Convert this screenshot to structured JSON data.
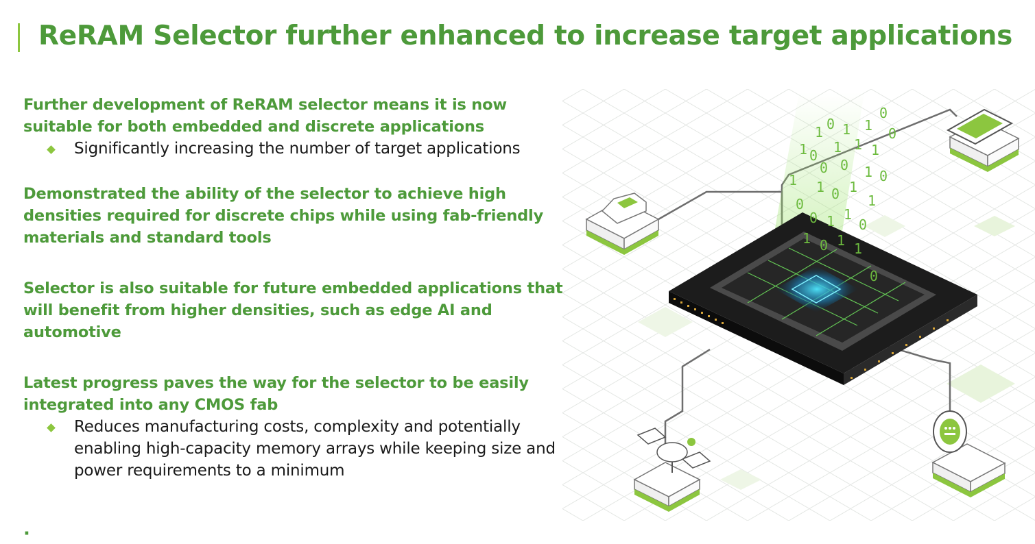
{
  "slide": {
    "title": "ReRAM Selector further enhanced to increase target applications",
    "accent_color": "#8cc63f",
    "heading_color": "#4d9a3a",
    "points": [
      {
        "heading": "Further development of ReRAM selector means it is now suitable for both embedded and discrete applications",
        "bullets": [
          "Significantly increasing the number of target applications"
        ]
      },
      {
        "heading": "Demonstrated the ability of the selector to achieve high densities required for discrete chips while using fab-friendly materials and standard tools",
        "bullets": []
      },
      {
        "heading": "Selector is also suitable for future embedded applications that will benefit from higher densities, such as edge AI and automotive",
        "bullets": []
      },
      {
        "heading": "Latest progress paves the way for the selector to be easily integrated into any CMOS fab",
        "bullets": [
          "Reduces manufacturing costs, complexity and potentially enabling high-capacity memory arrays while keeping size and power requirements to a minimum"
        ]
      }
    ],
    "illustration": {
      "binary_digits": [
        "1",
        "0",
        "1",
        "1",
        "0",
        "0",
        "1",
        "0",
        "1",
        "1",
        "1",
        "0",
        "0",
        "1",
        "0",
        "1",
        "1",
        "0",
        "1",
        "1",
        "0",
        "0",
        "1",
        "1",
        "0",
        "1",
        "0",
        "1",
        "1",
        "0"
      ],
      "icons": [
        "car-icon",
        "phone-icon",
        "satellite-icon",
        "meter-icon",
        "chip-icon"
      ]
    }
  }
}
